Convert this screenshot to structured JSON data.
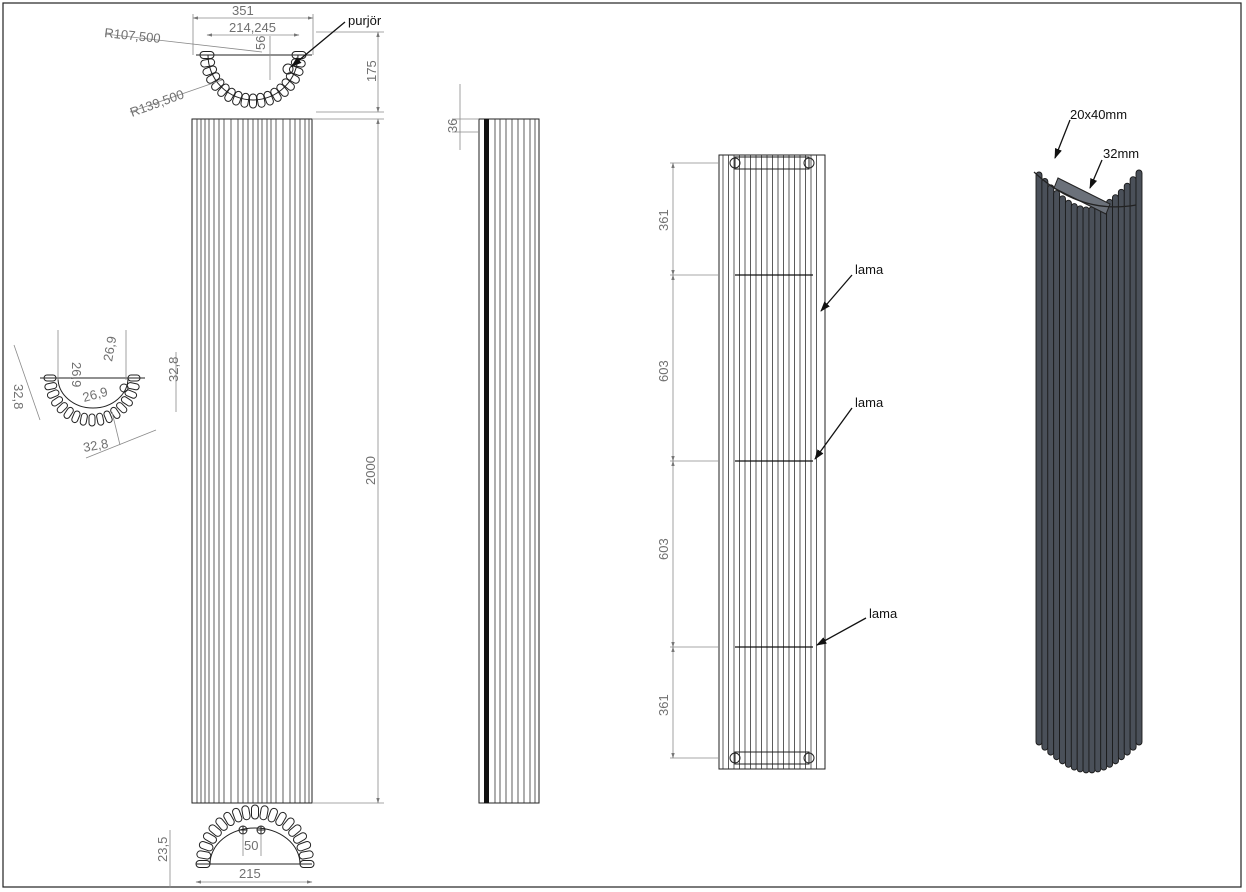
{
  "top_view": {
    "overall_width": "351",
    "inner_width": "214,245",
    "depth_small": "56",
    "depth": "175",
    "radius_inner": "R107,500",
    "radius_outer": "R139,500",
    "purge_label": "purjör"
  },
  "front_view": {
    "height": "2000"
  },
  "side_view": {
    "thickness": "36"
  },
  "section_detail": {
    "dim_a": "26,9",
    "dim_b": "26,9",
    "dim_c": "32,8",
    "dim_d": "32,8",
    "dim_e": "26,9",
    "dim_f": "32,8"
  },
  "bottom_view": {
    "pipe_spacing": "50",
    "depth": "23,5",
    "width": "215"
  },
  "rear_view": {
    "spacings": [
      "361",
      "603",
      "603",
      "361"
    ],
    "lama_labels": [
      "lama",
      "lama",
      "lama"
    ]
  },
  "iso_view": {
    "slat_size": "20x40mm",
    "pipe_size": "32mm"
  },
  "colors": {
    "line": "#222222",
    "dimension": "#707070",
    "iso_fill": "#4a5059"
  }
}
